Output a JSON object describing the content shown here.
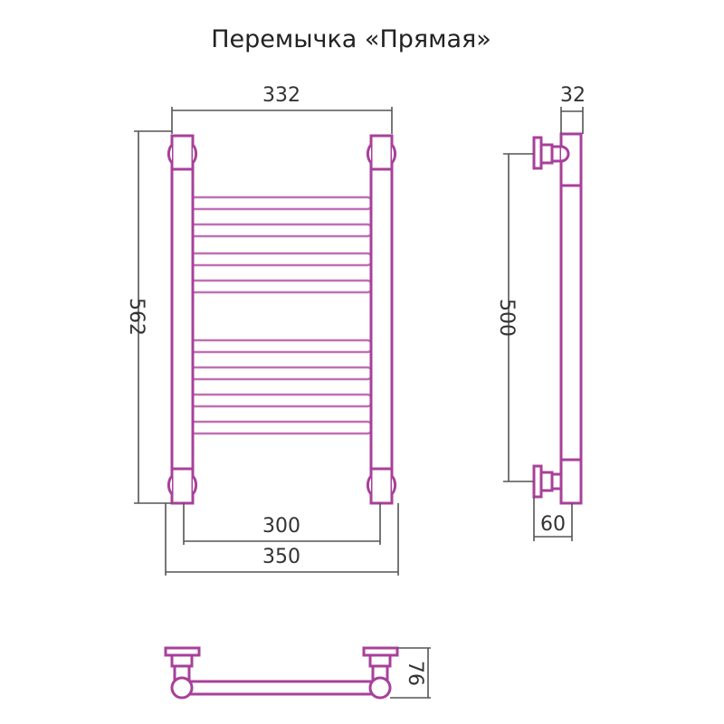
{
  "title": "Перемычка «Прямая»",
  "dimensions": {
    "top_width": "332",
    "height": "562",
    "inner_width": "300",
    "outer_width": "350",
    "depth": "32",
    "axis_distance": "500",
    "wall_offset": "60",
    "bottom_depth": "76"
  },
  "colors": {
    "pipe": "#a8409a",
    "dimension_line": "#555555"
  }
}
